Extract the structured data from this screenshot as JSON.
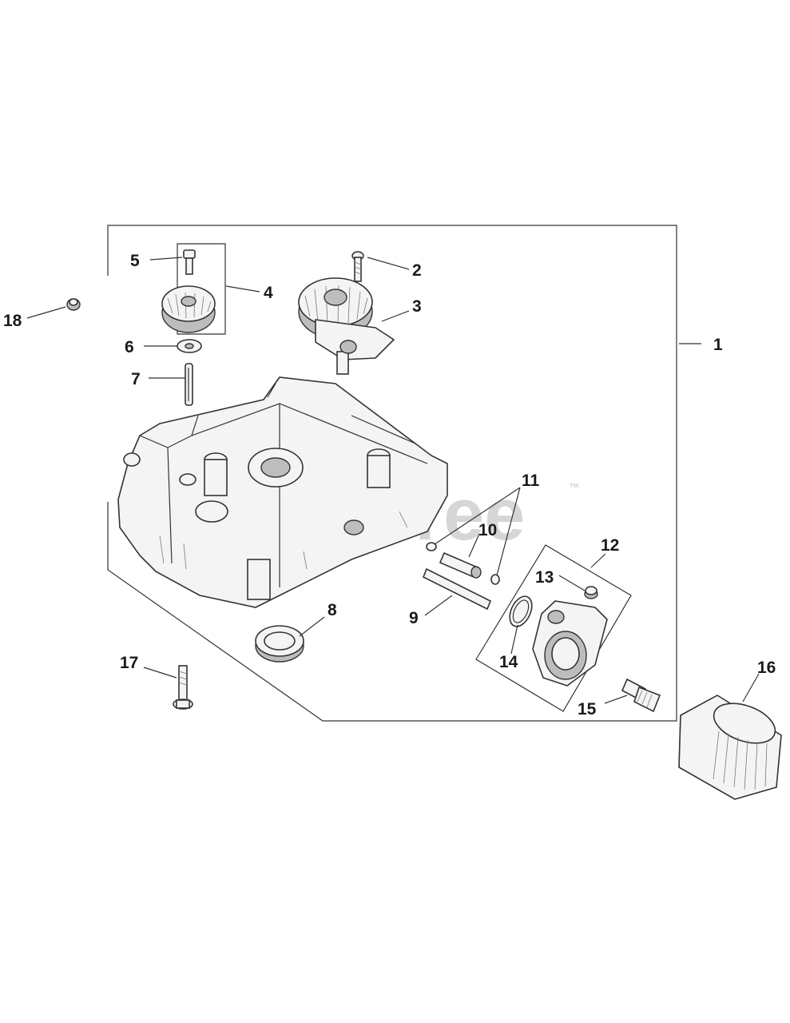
{
  "watermark": {
    "text": "PartsTree",
    "trademark": "™"
  },
  "callouts": [
    {
      "id": "c1",
      "label": "1"
    },
    {
      "id": "c2",
      "label": "2"
    },
    {
      "id": "c3",
      "label": "3"
    },
    {
      "id": "c4",
      "label": "4"
    },
    {
      "id": "c5",
      "label": "5"
    },
    {
      "id": "c6",
      "label": "6"
    },
    {
      "id": "c7",
      "label": "7"
    },
    {
      "id": "c8",
      "label": "8"
    },
    {
      "id": "c9",
      "label": "9"
    },
    {
      "id": "c10",
      "label": "10"
    },
    {
      "id": "c11",
      "label": "11"
    },
    {
      "id": "c12",
      "label": "12"
    },
    {
      "id": "c13",
      "label": "13"
    },
    {
      "id": "c14",
      "label": "14"
    },
    {
      "id": "c15",
      "label": "15"
    },
    {
      "id": "c16",
      "label": "16"
    },
    {
      "id": "c17",
      "label": "17"
    },
    {
      "id": "c18",
      "label": "18"
    }
  ]
}
